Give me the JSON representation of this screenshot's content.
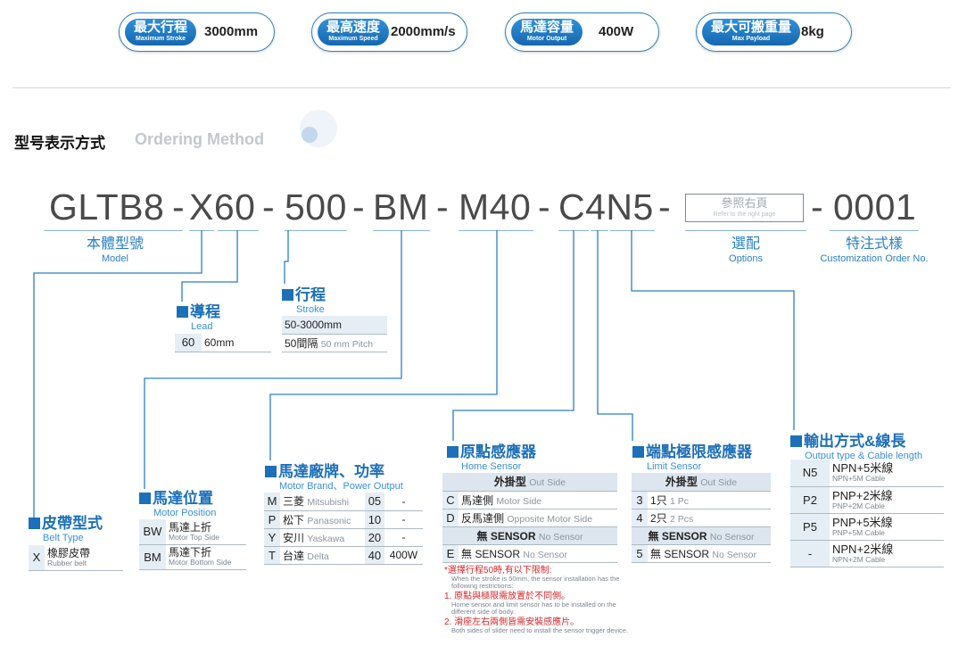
{
  "specs": [
    {
      "zh": "最大行程",
      "en": "Maximum Stroke",
      "value": "3000mm"
    },
    {
      "zh": "最高速度",
      "en": "Maximum Speed",
      "value": "2000mm/s"
    },
    {
      "zh": "馬達容量",
      "en": "Motor Output",
      "value": "400W"
    },
    {
      "zh": "最大可搬重量",
      "en": "Max Payload",
      "value": "8kg"
    }
  ],
  "heading": {
    "zh": "型号表示方式",
    "en": "Ordering Method"
  },
  "code": {
    "base": "GLTB8",
    "sep": "-",
    "lead": "X60",
    "stroke": "500",
    "motor_pos": "BM",
    "motor": "M40",
    "sensor": "C4N5",
    "ref_zh": "參照右頁",
    "ref_en": "Refer to the right page",
    "custom": "0001"
  },
  "labels": {
    "model": {
      "zh": "本體型號",
      "en": "Model"
    },
    "options": {
      "zh": "選配",
      "en": "Options"
    },
    "custom": {
      "zh": "特注式樣",
      "en": "Customization Order No."
    }
  },
  "lead": {
    "zh": "導程",
    "en": "Lead",
    "rows": [
      {
        "k": "60",
        "v": "60mm"
      }
    ]
  },
  "stroke": {
    "zh": "行程",
    "en": "Stroke",
    "range": "50-3000mm",
    "pitch_zh": "50間隔",
    "pitch_en": "50 mm Pitch"
  },
  "belt": {
    "zh": "皮帶型式",
    "en": "Belt Type",
    "rows": [
      {
        "k": "X",
        "zh": "橡膠皮帶",
        "en": "Rubber belt"
      }
    ]
  },
  "motor_pos": {
    "zh": "馬達位置",
    "en": "Motor Position",
    "rows": [
      {
        "k": "BW",
        "zh": "馬達上折",
        "en": "Motor Top Side"
      },
      {
        "k": "BM",
        "zh": "馬達下折",
        "en": "Motor Bottom Side"
      }
    ]
  },
  "motor": {
    "zh": "馬達廠牌、功率",
    "en": "Motor Brand、Power Output",
    "rows": [
      {
        "k": "M",
        "zh": "三菱",
        "en": "Mitsubishi",
        "n": "05",
        "w": "-"
      },
      {
        "k": "P",
        "zh": "松下",
        "en": "Panasonic",
        "n": "10",
        "w": "-"
      },
      {
        "k": "Y",
        "zh": "安川",
        "en": "Yaskawa",
        "n": "20",
        "w": "-"
      },
      {
        "k": "T",
        "zh": "台達",
        "en": "Delta",
        "n": "40",
        "w": "400W"
      }
    ]
  },
  "home": {
    "zh": "原點感應器",
    "en": "Home Sensor",
    "hdr1_zh": "外掛型",
    "hdr1_en": "Out Side",
    "rows": [
      {
        "k": "C",
        "zh": "馬達側",
        "en": "Motor Side"
      },
      {
        "k": "D",
        "zh": "反馬達側",
        "en": "Opposite Motor Side"
      }
    ],
    "hdr2_zh": "無 SENSOR",
    "hdr2_en": "No Sensor",
    "rows2": [
      {
        "k": "E",
        "zh": "無  SENSOR",
        "en": "No Sensor"
      }
    ]
  },
  "limit": {
    "zh": "端點極限感應器",
    "en": "Limit Sensor",
    "hdr1_zh": "外掛型",
    "hdr1_en": "Out Side",
    "rows": [
      {
        "k": "3",
        "zh": "1只",
        "en": "1 Pc"
      },
      {
        "k": "4",
        "zh": "2只",
        "en": "2 Pcs"
      }
    ],
    "hdr2_zh": "無 SENSOR",
    "hdr2_en": "No Sensor",
    "rows2": [
      {
        "k": "5",
        "zh": "無 SENSOR",
        "en": "No Sensor"
      }
    ]
  },
  "output": {
    "zh": "輸出方式&線長",
    "en": "Output type & Cable length",
    "rows": [
      {
        "k": "N5",
        "zh": "NPN+5米線",
        "en": "NPN+5M Cable"
      },
      {
        "k": "P2",
        "zh": "PNP+2米線",
        "en": "PNP+2M Cable"
      },
      {
        "k": "P5",
        "zh": "PNP+5米線",
        "en": "PNP+5M Cable"
      },
      {
        "k": "-",
        "zh": "NPN+2米線",
        "en": "NPN+2M Cable"
      }
    ]
  },
  "notes": {
    "title": "*選擇行程50時,有以下限制:",
    "title_en": "When the stroke is 50mm, the sensor installation has the following restrictions:",
    "n1": "1. 原點與極限需放置於不同側。",
    "n1_en": "Home sensor and limit sensor has to be installed on the different side of body.",
    "n2": "2. 滑座左右兩側皆需安裝感應片。",
    "n2_en": "Both sides of slider need to install the sensor trigger device."
  },
  "colors": {
    "accent": "#1c6fb8",
    "line": "#2a7fc4",
    "note": "#d7262a"
  }
}
